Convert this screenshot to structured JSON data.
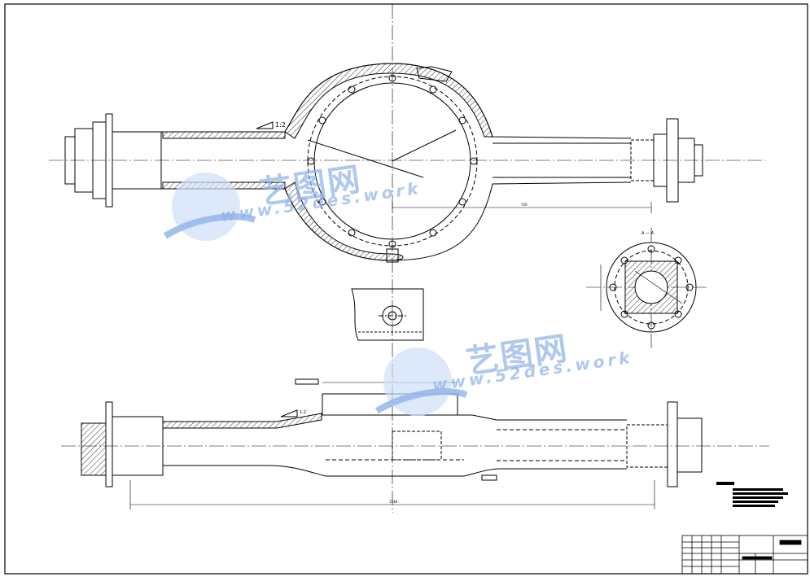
{
  "drawing": {
    "title": "",
    "colors": {
      "line": "#000000",
      "centerline": "#000000",
      "watermark": "#8fb3e8"
    }
  },
  "labels": {
    "ratio_top": "1:2",
    "ratio_bottom": "1:2",
    "dim_span": "726",
    "dim_total": "1548",
    "section_mark": "A — A"
  },
  "watermarks": [
    {
      "cn": "艺图网",
      "url": "www.52des.work"
    },
    {
      "cn": "艺图网",
      "url": "www.52des.work"
    }
  ]
}
